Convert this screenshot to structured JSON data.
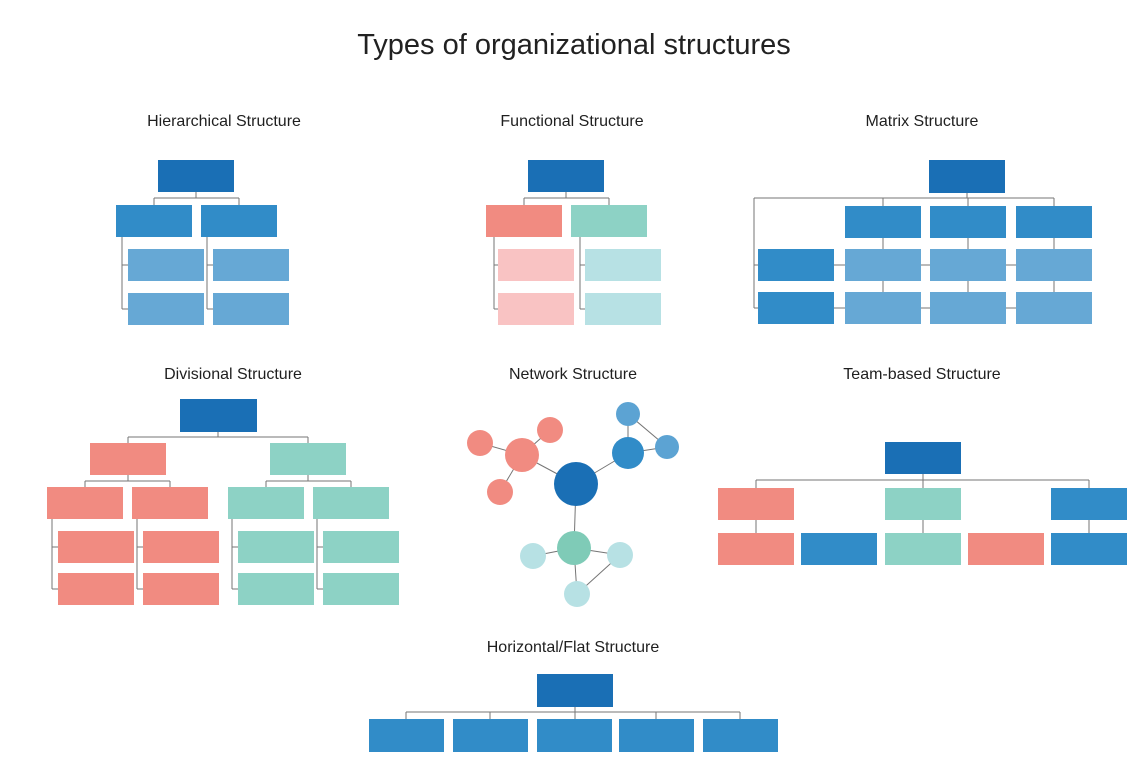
{
  "page_title": "Types of organizational structures",
  "palette": {
    "dark_blue": "#1A6FB5",
    "mid_blue": "#318CC8",
    "light_blue": "#66A8D5",
    "network_light_blue": "#5CA3D3",
    "coral": "#F18B81",
    "light_coral": "#F9C3C3",
    "teal": "#8DD2C5",
    "light_teal": "#B7E1E4",
    "network_teal": "#7FCBB7",
    "line_gray": "#757575",
    "text": "#212121"
  },
  "diagrams": {
    "hierarchical": {
      "title": "Hierarchical Structure",
      "top_boxes": 1,
      "level2_boxes": 2,
      "level3_boxes": 4
    },
    "functional": {
      "title": "Functional Structure",
      "top_boxes": 1,
      "department_boxes": 2,
      "sub_boxes": 4
    },
    "matrix": {
      "title": "Matrix Structure",
      "top_boxes": 1,
      "column_head_boxes": 3,
      "row_leader_boxes": 2,
      "grid_boxes": 6
    },
    "divisional": {
      "title": "Divisional Structure",
      "top_boxes": 1,
      "division_boxes": 2,
      "level3_boxes": 4,
      "level4_boxes": 8
    },
    "network": {
      "title": "Network Structure",
      "center_nodes": 1,
      "hub_nodes": 3,
      "satellite_nodes": 8
    },
    "team_based": {
      "title": "Team-based Structure",
      "top_boxes": 1,
      "team_lead_boxes": 3,
      "bottom_row_boxes": 5
    },
    "horizontal_flat": {
      "title": "Horizontal/Flat Structure",
      "top_boxes": 1,
      "bottom_boxes": 5
    }
  }
}
